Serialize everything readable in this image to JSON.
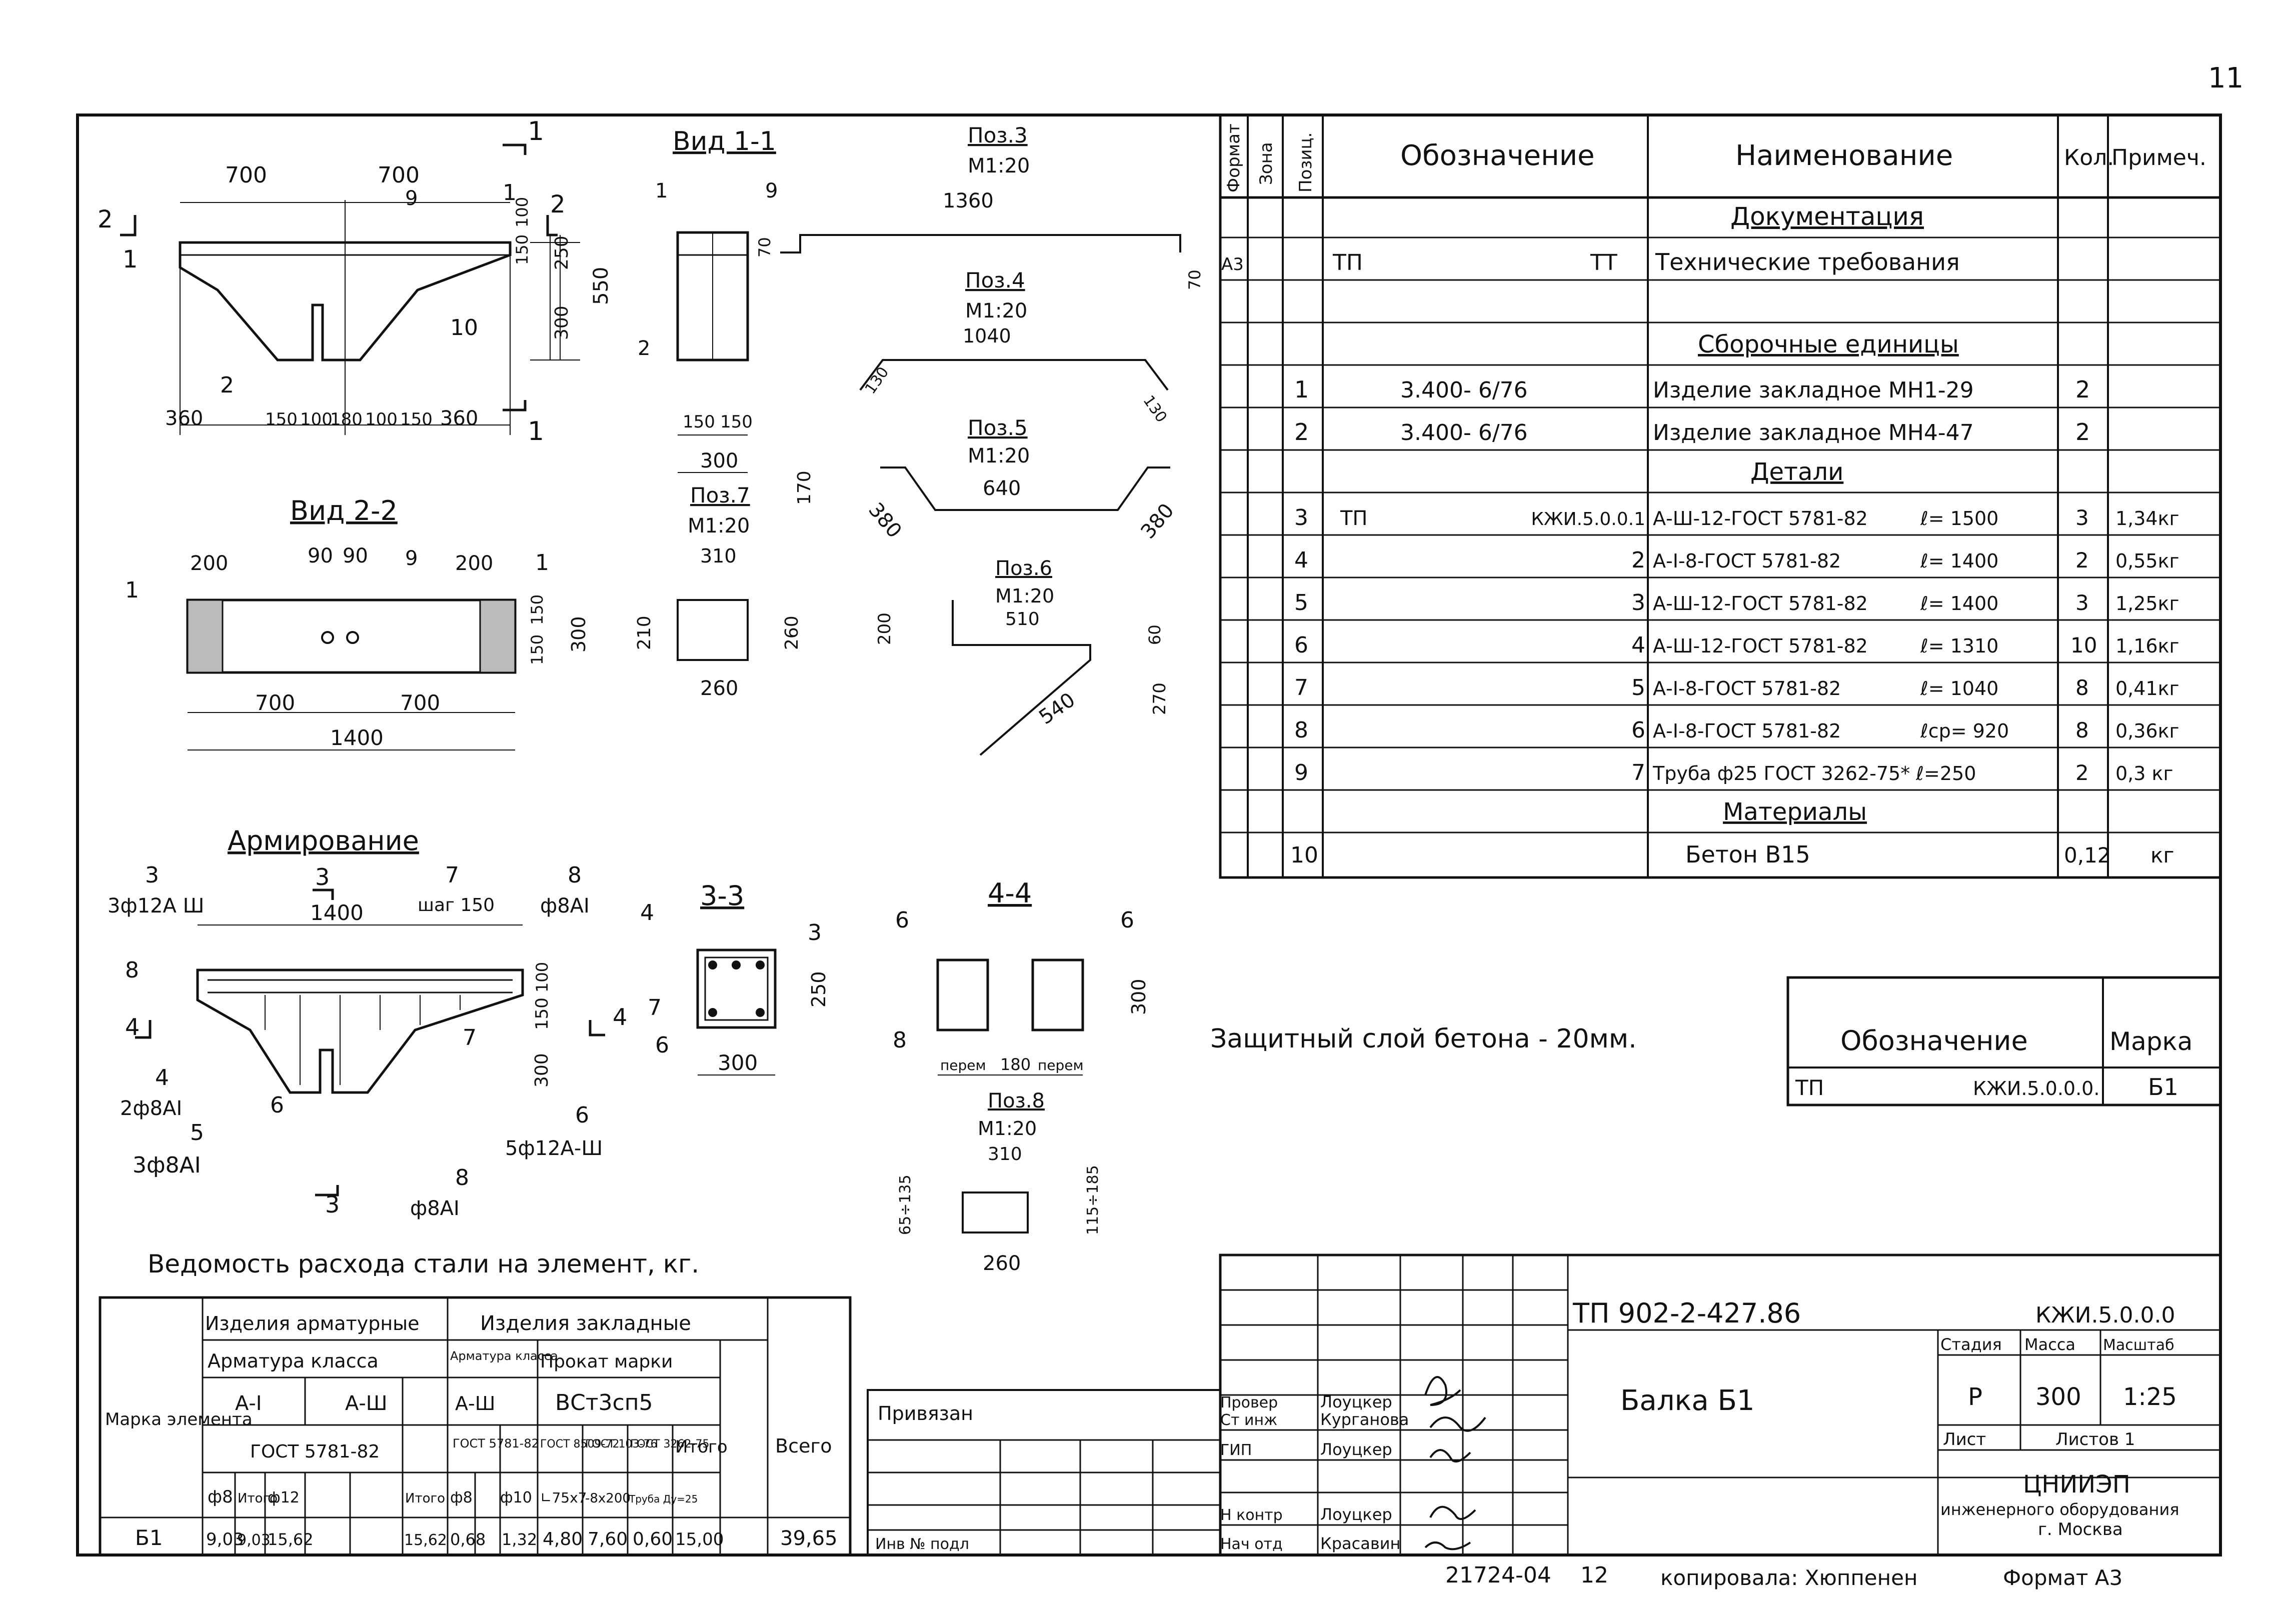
{
  "sheet": {
    "page_number": "11",
    "protective_layer_note": "Защитный слой бетона - 20мм.",
    "copied_by": "копировала: Хюппенен",
    "format": "Формат А3",
    "inv_number": "21724-04",
    "inv_sheet": "12"
  },
  "spec": {
    "headers": {
      "format": "Формат",
      "zone": "Зона",
      "pos": "Позиц.",
      "designation": "Обозначение",
      "name": "Наименование",
      "qty": "Кол.",
      "note": "Примеч."
    },
    "sections": {
      "docs": "Документация",
      "assemblies": "Сборочные единицы",
      "details": "Детали",
      "materials": "Материалы"
    },
    "doc_row": {
      "format": "А3",
      "designation": "ТП",
      "code": "ТТ",
      "name": "Технические требования"
    },
    "assembly_rows": [
      {
        "pos": "1",
        "designation": "3.400- 6/76",
        "name": "Изделие закладное МН1-29",
        "qty": "2"
      },
      {
        "pos": "2",
        "designation": "3.400- 6/76",
        "name": "Изделие закладное МН4-47",
        "qty": "2"
      }
    ],
    "detail_rows": [
      {
        "pos": "3",
        "designation": "ТП",
        "code": "КЖИ.5.0.0.1",
        "name": "А-Ш-12-ГОСТ 5781-82",
        "length": "ℓ= 1500",
        "qty": "3",
        "note": "1,34кг"
      },
      {
        "pos": "4",
        "designation": "",
        "code": "2",
        "name": "А-I-8-ГОСТ 5781-82",
        "length": "ℓ= 1400",
        "qty": "2",
        "note": "0,55кг"
      },
      {
        "pos": "5",
        "designation": "",
        "code": "3",
        "name": "А-Ш-12-ГОСТ 5781-82",
        "length": "ℓ= 1400",
        "qty": "3",
        "note": "1,25кг"
      },
      {
        "pos": "6",
        "designation": "",
        "code": "4",
        "name": "А-Ш-12-ГОСТ 5781-82",
        "length": "ℓ= 1310",
        "qty": "10",
        "note": "1,16кг"
      },
      {
        "pos": "7",
        "designation": "",
        "code": "5",
        "name": "А-I-8-ГОСТ 5781-82",
        "length": "ℓ= 1040",
        "qty": "8",
        "note": "0,41кг"
      },
      {
        "pos": "8",
        "designation": "",
        "code": "6",
        "name": "А-I-8-ГОСТ 5781-82",
        "length": "ℓср= 920",
        "qty": "8",
        "note": "0,36кг"
      },
      {
        "pos": "9",
        "designation": "",
        "code": "7",
        "name": "Труба ф25 ГОСТ 3262-75* ℓ=250",
        "length": "",
        "qty": "2",
        "note": "0,3 кг"
      }
    ],
    "material_row": {
      "pos": "10",
      "name": "Бетон В15",
      "qty": "0,12",
      "note": "кг"
    }
  },
  "mark_table": {
    "designation_header": "Обозначение",
    "mark_header": "Марка",
    "prefix": "ТП",
    "code": "КЖИ.5.0.0.0.",
    "mark": "Б1"
  },
  "steel_table": {
    "title": "Ведомость расхода стали на элемент, кг.",
    "mark_header": "Марка элемента",
    "rebar_group": "Изделия арматурные",
    "embedded_group": "Изделия закладные",
    "rebar_class": "Арматура класса",
    "rebar_class_short": "Арматура класса",
    "steel_grade": "Прокат марки",
    "class_a1": "А-I",
    "class_a3": "А-Ш",
    "class_a3_b": "А-Ш",
    "grade_value": "ВСт3сп5",
    "gost_5781": "ГОСТ 5781-82",
    "gost_5781_b": "ГОСТ 5781-82",
    "gost_8509": "ГОСТ 8509-72",
    "gost_103": "ГОСТ 103-76",
    "gost_3262": "ГОСТ 3262-75",
    "total": "Итого",
    "total_b": "Итого",
    "total_c": "Итого",
    "grand_total": "Всего",
    "sub": {
      "d8": "ф8",
      "total1": "Итого",
      "d12": "ф12",
      "total2": "Итого",
      "d8b": "ф8",
      "d10": "ф10",
      "angle": "∟75х7",
      "strip": "-8х200",
      "pipe": "Труба Ду=25"
    },
    "row": {
      "mark": "Б1",
      "d8": "9,03",
      "total1": "9,03",
      "d12": "15,62",
      "total2": "15,62",
      "d8b": "0,68",
      "d10": "1,32",
      "angle": "4,80",
      "strip": "7,60",
      "pipe": "0,60",
      "total3": "15,00",
      "grand": "39,65"
    }
  },
  "title_block": {
    "project": "ТП 902-2-427.86",
    "code": "КЖИ.5.0.0.0",
    "title": "Балка Б1",
    "stage_header": "Стадия",
    "mass_header": "Масса",
    "scale_header": "Масштаб",
    "stage": "Р",
    "mass": "300",
    "scale": "1:25",
    "sheet": "Лист",
    "sheets": "Листов 1",
    "org_line1": "ЦНИИЭП",
    "org_line2": "инженерного оборудования",
    "org_line3": "г. Москва",
    "linked": "Привязан",
    "inv": "Инв № подл",
    "roles": [
      {
        "role": "Провер",
        "name": "Лоуцкер"
      },
      {
        "role": "Ст инж",
        "name": "Курганова"
      },
      {
        "role": "ГИП",
        "name": "Лоуцкер"
      },
      {
        "role": "",
        "name": ""
      },
      {
        "role": "Н контр",
        "name": "Лоуцкер"
      },
      {
        "role": "Нач отд",
        "name": "Красавин"
      }
    ]
  },
  "drawings": {
    "elevation": {
      "dim_700_left": "700",
      "dim_700_right": "700",
      "dim_360_l": "360",
      "dim_150_a": "150",
      "dim_100_a": "100",
      "dim_180": "180",
      "dim_100_b": "100",
      "dim_150_b": "150",
      "dim_360_r": "360",
      "dim_150_v": "150",
      "dim_100_v": "100",
      "dim_250": "250",
      "dim_300": "300",
      "dim_550": "550",
      "lbl_1a": "1",
      "lbl_1b": "1",
      "lbl_2a": "2",
      "lbl_2b": "2",
      "lbl_2c": "2",
      "lbl_9": "9",
      "lbl_10": "10",
      "cut_1_top": "1",
      "cut_1_bot": "1"
    },
    "view11": {
      "title": "Вид 1-1",
      "d150a": "150",
      "d150b": "150",
      "d300": "300",
      "lbl1": "1",
      "lbl2": "2",
      "lbl9": "9"
    },
    "view22": {
      "title": "Вид 2-2",
      "d200a": "200",
      "d90a": "90",
      "d90b": "90",
      "d200b": "200",
      "d700a": "700",
      "d700b": "700",
      "d1400": "1400",
      "d150a": "150",
      "d150b": "150",
      "d300": "300",
      "lbl9": "9",
      "lbl1a": "1",
      "lbl1b": "1"
    },
    "pos3": {
      "title": "Поз.3",
      "scale": "М1:20",
      "len": "1360",
      "h1": "70",
      "h2": "70"
    },
    "pos4": {
      "title": "Поз.4",
      "scale": "М1:20",
      "len": "1040",
      "a": "130",
      "b": "130"
    },
    "pos5": {
      "title": "Поз.5",
      "scale": "М1:20",
      "len": "640",
      "a": "380",
      "b": "380",
      "h": "170"
    },
    "pos6": {
      "title": "Поз.6",
      "scale": "М1:20",
      "top": "510",
      "h1": "200",
      "h2": "60",
      "h3": "270",
      "diag": "540"
    },
    "pos7": {
      "title": "Поз.7",
      "scale": "М1:20",
      "w": "310",
      "h1": "210",
      "h2": "260",
      "b": "260"
    },
    "pos8": {
      "title": "Поз.8",
      "scale": "М1:20",
      "w": "310",
      "h1": "65÷135",
      "h2": "115÷185",
      "b": "260"
    },
    "reinf": {
      "title": "Армирование",
      "len": "1400",
      "c3": "3",
      "c3d": "3ф12А Ш",
      "c3cut": "3",
      "c7": "7",
      "c7d": "шаг 150",
      "c8": "8",
      "c8d": "ф8АI",
      "c8b": "8",
      "c4": "4",
      "c4d": "2ф8АI",
      "c5": "5",
      "c5d": "3ф8АI",
      "c6": "6",
      "c6b": "6",
      "c6d": "5ф12А-Ш",
      "c8c": "8",
      "c8cd": "ф8АI",
      "c7b": "7",
      "c3cutb": "3",
      "v100": "100",
      "v150": "150",
      "v300": "300",
      "c4cut": "4",
      "c4cutb": "4"
    },
    "sec33": {
      "title": "3-3",
      "lbl4": "4",
      "lbl3": "3",
      "lbl7": "7",
      "lbl6": "6",
      "h": "250",
      "w": "300"
    },
    "sec44": {
      "title": "4-4",
      "lbl6a": "6",
      "lbl6b": "6",
      "lbl8": "8",
      "h": "300",
      "per_a": "перем",
      "d180": "180",
      "per_b": "перем"
    }
  }
}
